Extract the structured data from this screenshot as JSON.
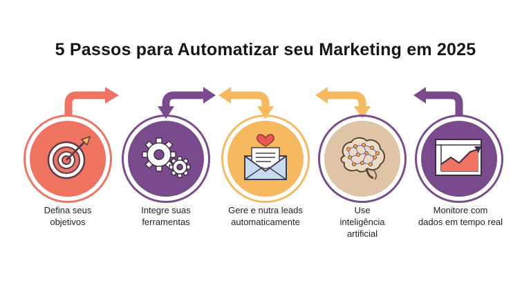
{
  "title": "5 Passos para Automatizar seu Marketing em 2025",
  "colors": {
    "coral": "#ee7361",
    "purple": "#7a4b8c",
    "yellow": "#f6b95f",
    "beige": "#dfc4a6",
    "ring_outline": "#7a4b8c"
  },
  "steps": [
    {
      "line1": "Defina seus",
      "line2": "objetivos",
      "line3": "",
      "icon": "target-icon"
    },
    {
      "line1": "Integre suas",
      "line2": "ferramentas",
      "line3": "",
      "icon": "gears-icon"
    },
    {
      "line1": "Gere e nutra leads",
      "line2": "automaticamente",
      "line3": "",
      "icon": "envelope-heart-icon"
    },
    {
      "line1": "Use",
      "line2": "inteligência",
      "line3": "artificial",
      "icon": "brain-icon"
    },
    {
      "line1": "Monitore com",
      "line2": "dados em tempo real",
      "line3": "",
      "icon": "chart-icon"
    }
  ]
}
